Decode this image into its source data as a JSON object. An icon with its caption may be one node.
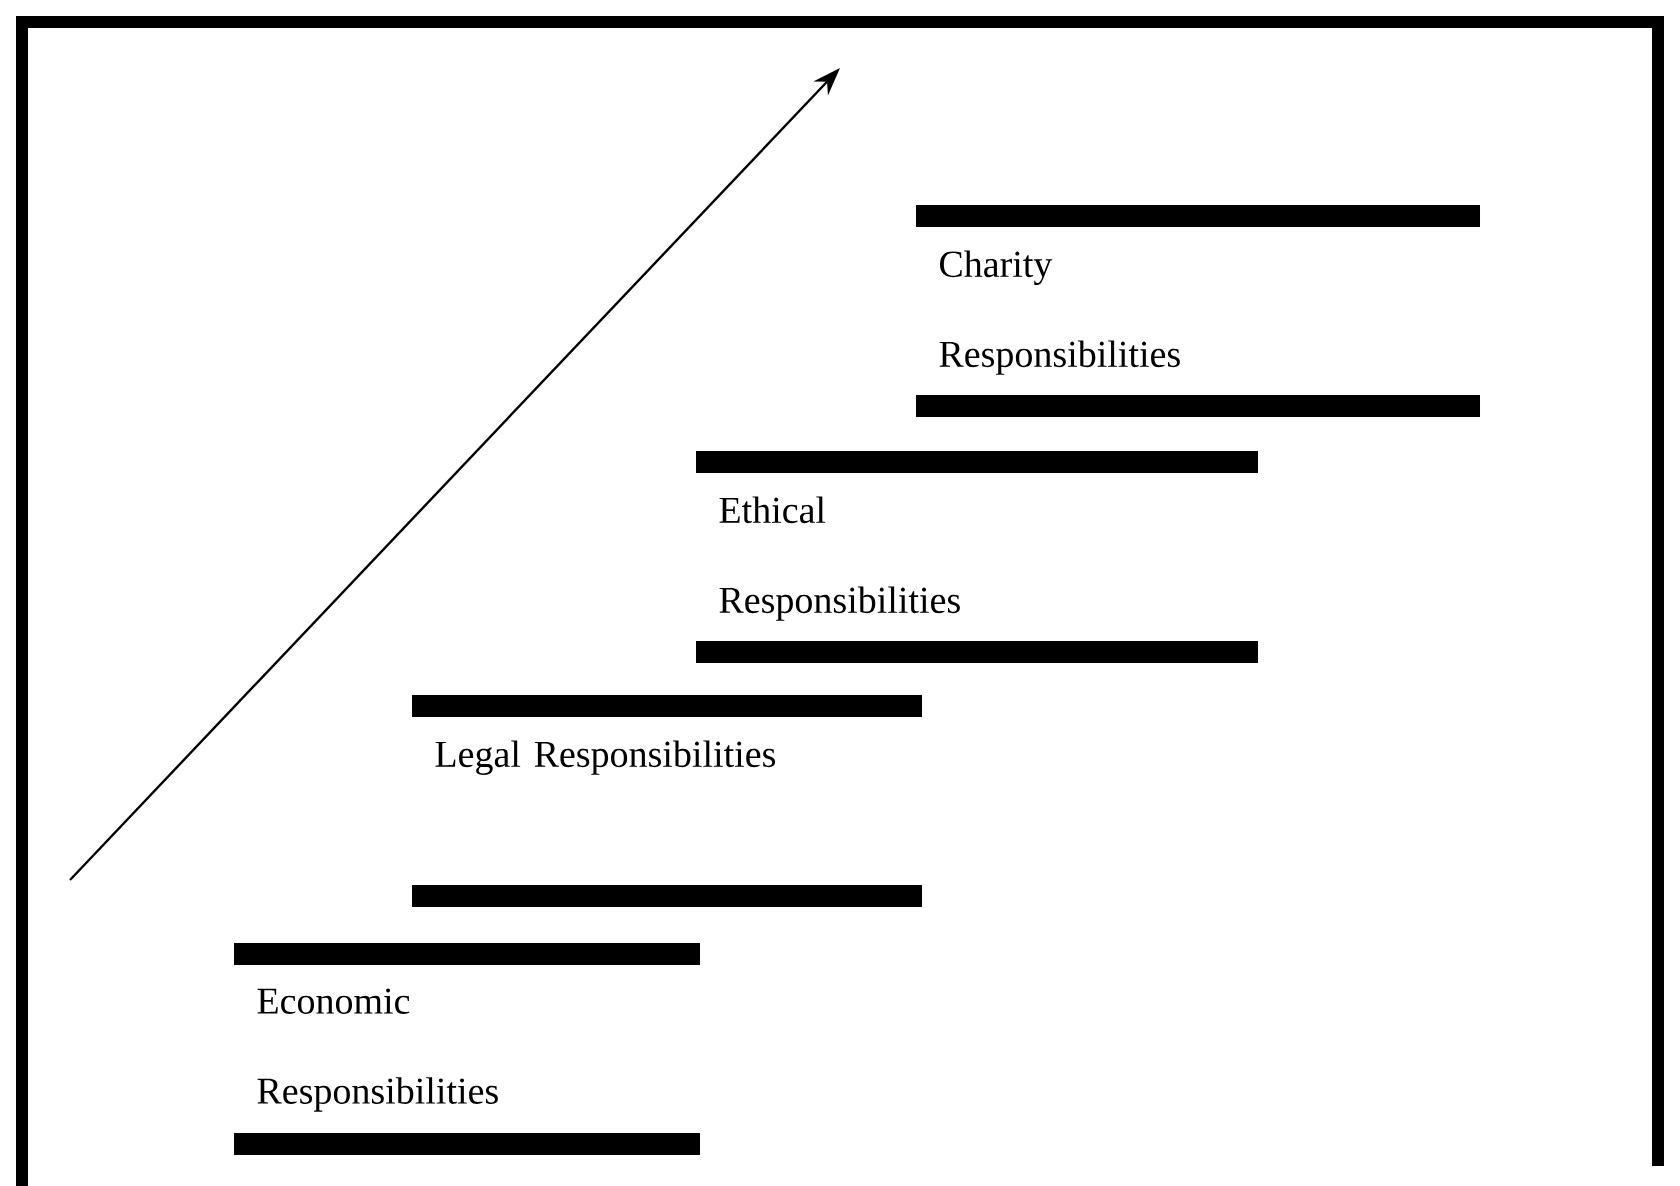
{
  "diagram": {
    "nodes": [
      {
        "text": [
          "Charity Responsibilities"
        ]
      },
      {
        "text": [
          "Ethical Responsibilities"
        ]
      },
      {
        "text": [
          "Legal Responsibilities"
        ]
      },
      {
        "text": [
          "Economic Responsibilities"
        ]
      }
    ]
  }
}
